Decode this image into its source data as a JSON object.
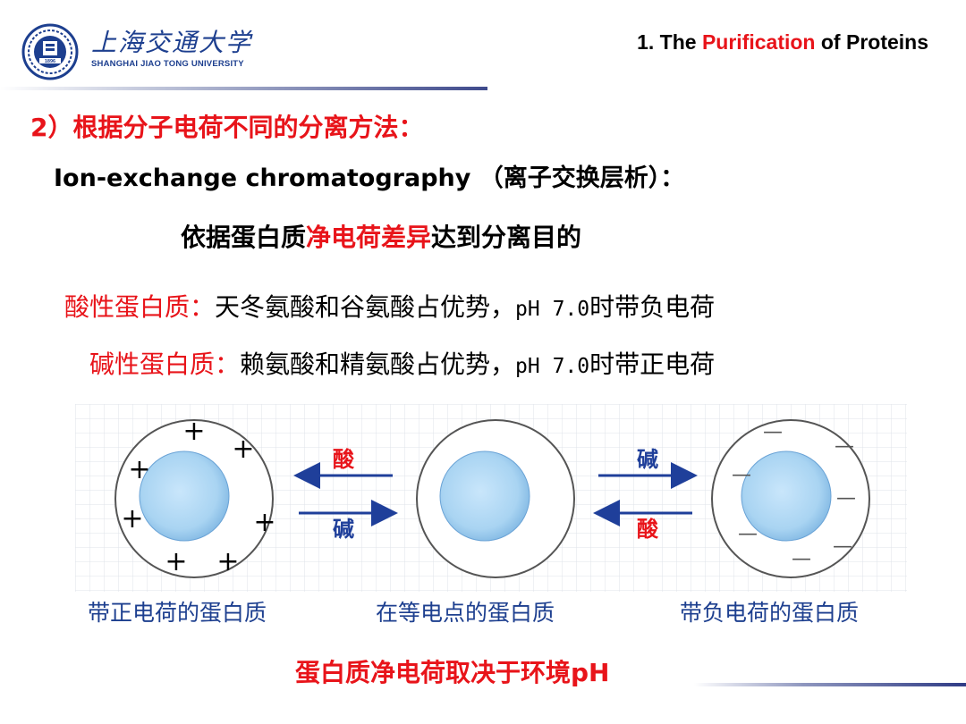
{
  "header": {
    "university_name_cn": "上海交通大学",
    "university_name_en": "SHANGHAI JIAO TONG UNIVERSITY",
    "emblem_year": "1896",
    "title_prefix": "1. The ",
    "title_highlight": "Purification",
    "title_suffix": " of Proteins"
  },
  "content": {
    "heading": "2）根据分子电荷不同的分离方法：",
    "subheading": "Ion-exchange chromatography （离子交换层析）：",
    "principle_prefix": "依据蛋白质",
    "principle_highlight": "净电荷差异",
    "principle_suffix": "达到分离目的",
    "acidic_label": "酸性蛋白质：",
    "acidic_text1": "天冬氨酸和谷氨酸占优势，",
    "acidic_ph": "pH 7.0",
    "acidic_text2": "时带负电荷",
    "basic_label": "碱性蛋白质：",
    "basic_text1": "赖氨酸和精氨酸占优势，",
    "basic_ph": "pH 7.0",
    "basic_text2": "时带正电荷"
  },
  "diagram": {
    "arrow_left_acid": "酸",
    "arrow_left_base": "碱",
    "arrow_right_base": "碱",
    "arrow_right_acid": "酸",
    "plus_sign": "+",
    "minus_sign": "—",
    "captions": [
      "带正电荷的蛋白质",
      "在等电点的蛋白质",
      "带负电荷的蛋白质"
    ],
    "colors": {
      "text_red": "#e8141a",
      "arrow_blue": "#1f3f9a",
      "caption_blue": "#1d3f8f",
      "protein_fill": "#a9d4f2"
    }
  },
  "footer": {
    "conclusion": "蛋白质净电荷取决于环境pH"
  }
}
